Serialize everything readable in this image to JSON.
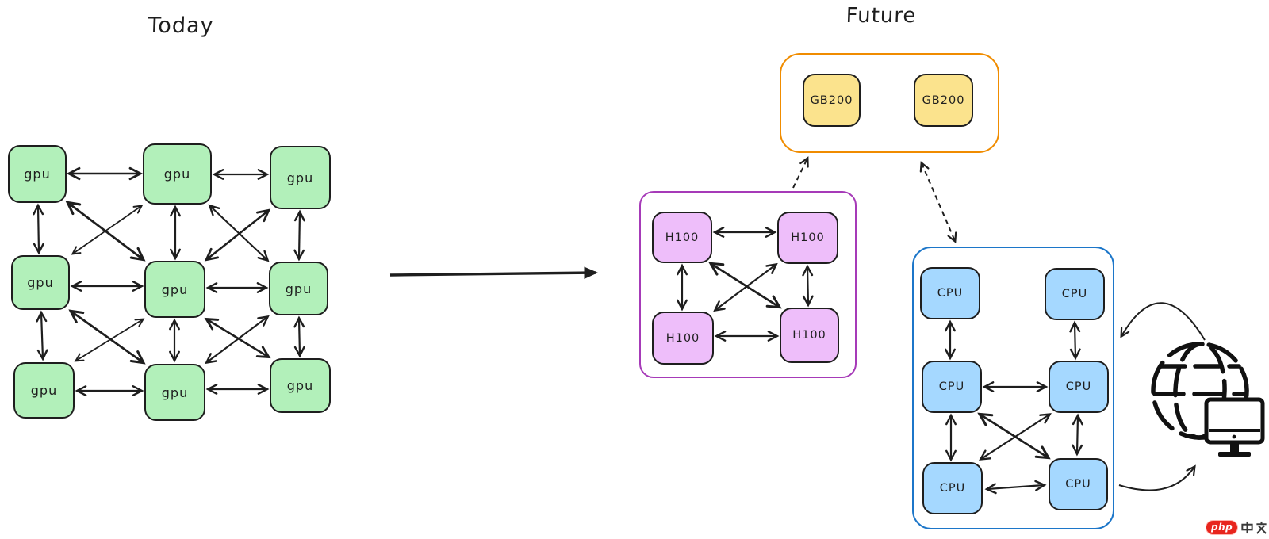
{
  "today": {
    "title": "Today",
    "node_labels": [
      "gpu",
      "gpu",
      "gpu",
      "gpu",
      "gpu",
      "gpu",
      "gpu",
      "gpu",
      "gpu"
    ]
  },
  "future": {
    "title": "Future",
    "gb200_cluster": {
      "node_labels": [
        "GB200",
        "GB200"
      ]
    },
    "h100_cluster": {
      "node_labels": [
        "H100",
        "H100",
        "H100",
        "H100"
      ]
    },
    "cpu_cluster": {
      "node_labels": [
        "CPU",
        "CPU",
        "CPU",
        "CPU",
        "CPU",
        "CPU"
      ]
    }
  },
  "icons": {
    "globe": "globe-icon",
    "monitor": "monitor-icon"
  },
  "colors": {
    "ink": "#1e1e1e",
    "gpu_fill": "#b2f0ba",
    "gb200_fill": "#fbe38d",
    "gb200_cluster_border": "#f08c00",
    "h100_fill": "#eebefa",
    "h100_cluster_border": "#a63ab8",
    "cpu_fill": "#a5d8ff",
    "cpu_cluster_border": "#1c76c9",
    "watermark_red": "#e8251d"
  },
  "watermark": {
    "brand": "php",
    "site": "中文网"
  }
}
